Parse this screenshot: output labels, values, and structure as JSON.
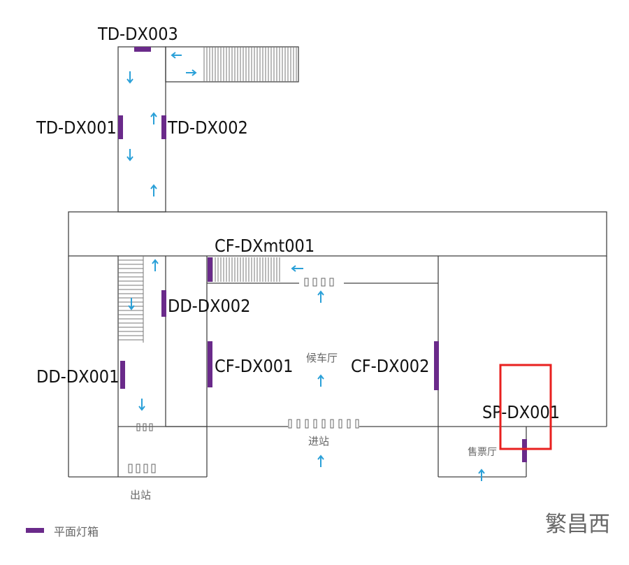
{
  "labels": {
    "td_dx003": "TD-DX003",
    "td_dx001": "TD-DX001",
    "td_dx002": "TD-DX002",
    "cf_dxmt001": "CF-DXmt001",
    "dd_dx002": "DD-DX002",
    "dd_dx001": "DD-DX001",
    "cf_dx001": "CF-DX001",
    "cf_dx002": "CF-DX002",
    "sp_dx001": "SP-DX001"
  },
  "rooms": {
    "waiting_hall": "候车厅",
    "entrance": "进站",
    "exit": "出站",
    "ticket_hall": "售票厅"
  },
  "legend": {
    "label": "平面灯箱",
    "color": "#6a2a8a"
  },
  "station_name": "繁昌西",
  "highlight_color": "#e8201f",
  "arrow_color": "#2aa0d8"
}
